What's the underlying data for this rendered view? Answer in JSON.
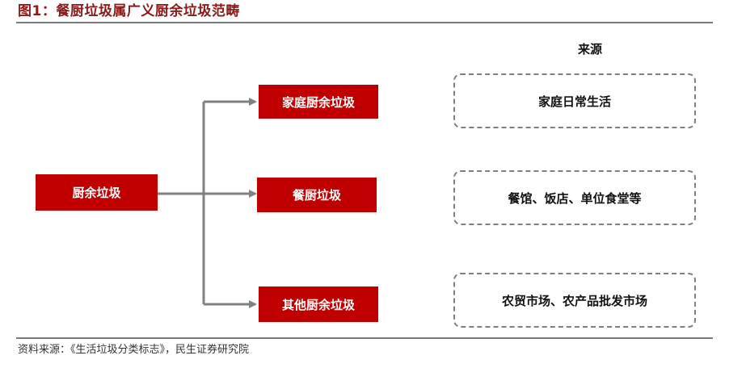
{
  "figure": {
    "title": "图1：餐厨垃圾属广义厨余垃圾范畴",
    "source": "资料来源：《生活垃圾分类标志》，民生证券研究院"
  },
  "diagram": {
    "root": "厨余垃圾",
    "categories": [
      {
        "label": "家庭厨余垃圾",
        "source": "家庭日常生活"
      },
      {
        "label": "餐厨垃圾",
        "source": "餐馆、饭店、单位食堂等"
      },
      {
        "label": "其他厨余垃圾",
        "source": "农贸市场、农产品批发市场"
      }
    ],
    "source_heading": "来源"
  },
  "colors": {
    "box_fill": "#c00000",
    "title_color": "#8c1a1a",
    "connector": "#808080",
    "dash_border": "#7f7f7f"
  }
}
